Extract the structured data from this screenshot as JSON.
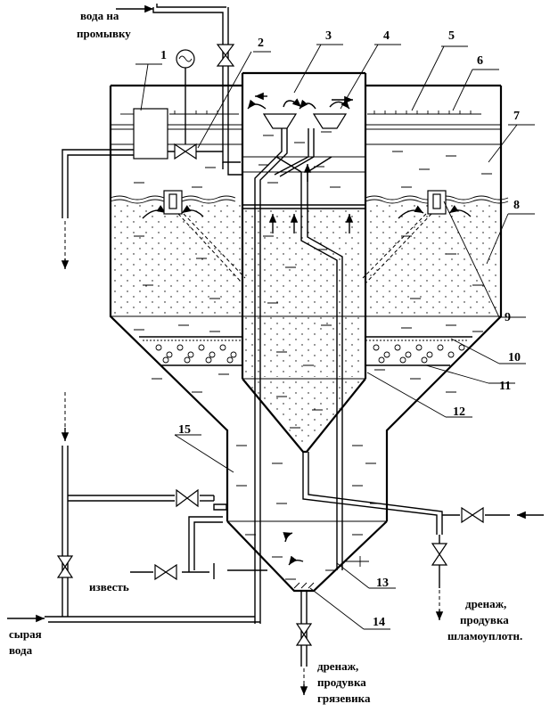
{
  "labels": {
    "wash_water": [
      "вода на",
      "промывку"
    ],
    "lime": "известь",
    "raw_water": [
      "сырая",
      "вода"
    ],
    "drain_sludge_thickener": [
      "дренаж,",
      "продувка",
      "шламоуплотн."
    ],
    "drain_grit": [
      "дренаж,",
      "продувка",
      "грязевика"
    ]
  },
  "callouts": [
    "1",
    "2",
    "3",
    "4",
    "5",
    "6",
    "7",
    "8",
    "9",
    "10",
    "11",
    "12",
    "13",
    "14",
    "15"
  ],
  "colors": {
    "line": "#000000",
    "background": "#ffffff"
  }
}
